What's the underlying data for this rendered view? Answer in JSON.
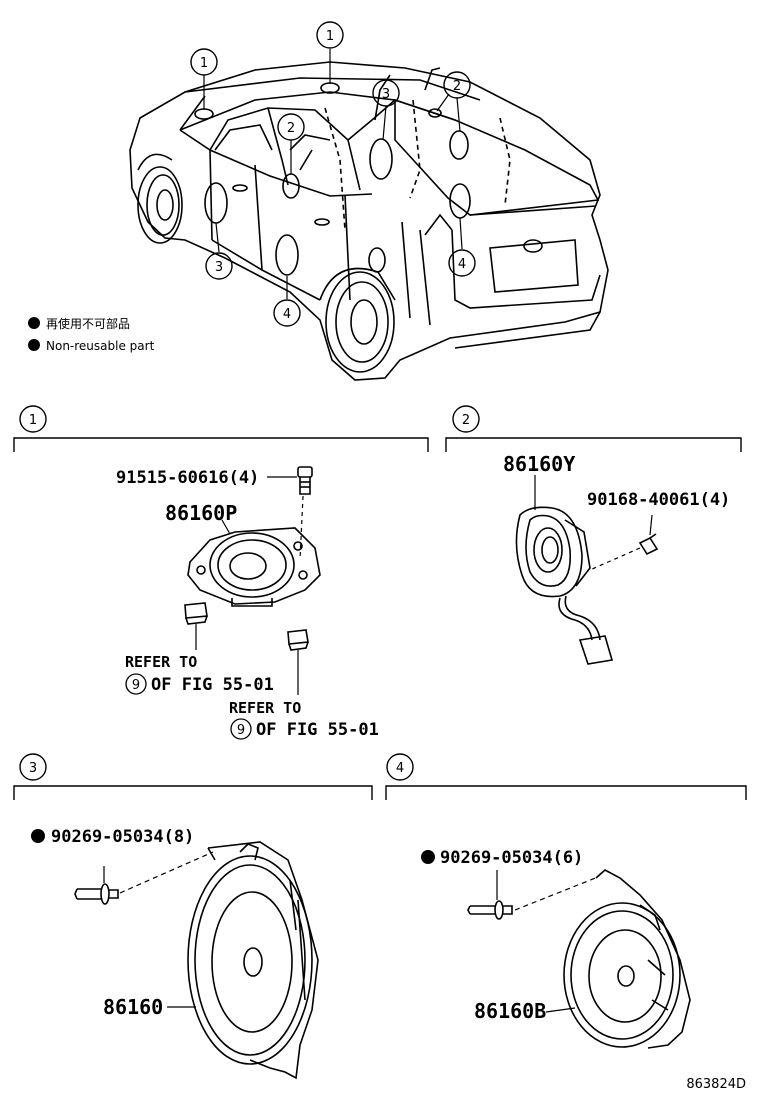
{
  "legend": {
    "line1": "再使用不可部品",
    "line2": "Non-reusable part"
  },
  "callouts": {
    "c1": "1",
    "c2": "2",
    "c3": "3",
    "c4": "4"
  },
  "sections": [
    {
      "number": "1",
      "parts": {
        "screw": "91515-60616(4)",
        "speaker": "86160P",
        "refer_a": "REFER TO",
        "refer_a_num": "9",
        "refer_a_fig": "OF FIG 55-01",
        "refer_b": "REFER TO",
        "refer_b_num": "9",
        "refer_b_fig": "OF FIG 55-01"
      }
    },
    {
      "number": "2",
      "parts": {
        "speaker": "86160Y",
        "screw": "90168-40061(4)"
      }
    },
    {
      "number": "3",
      "parts": {
        "rivet": "90269-05034(8)",
        "speaker": "86160"
      }
    },
    {
      "number": "4",
      "parts": {
        "rivet": "90269-05034(6)",
        "speaker": "86160B"
      }
    }
  ],
  "diagram_code": "863824D"
}
